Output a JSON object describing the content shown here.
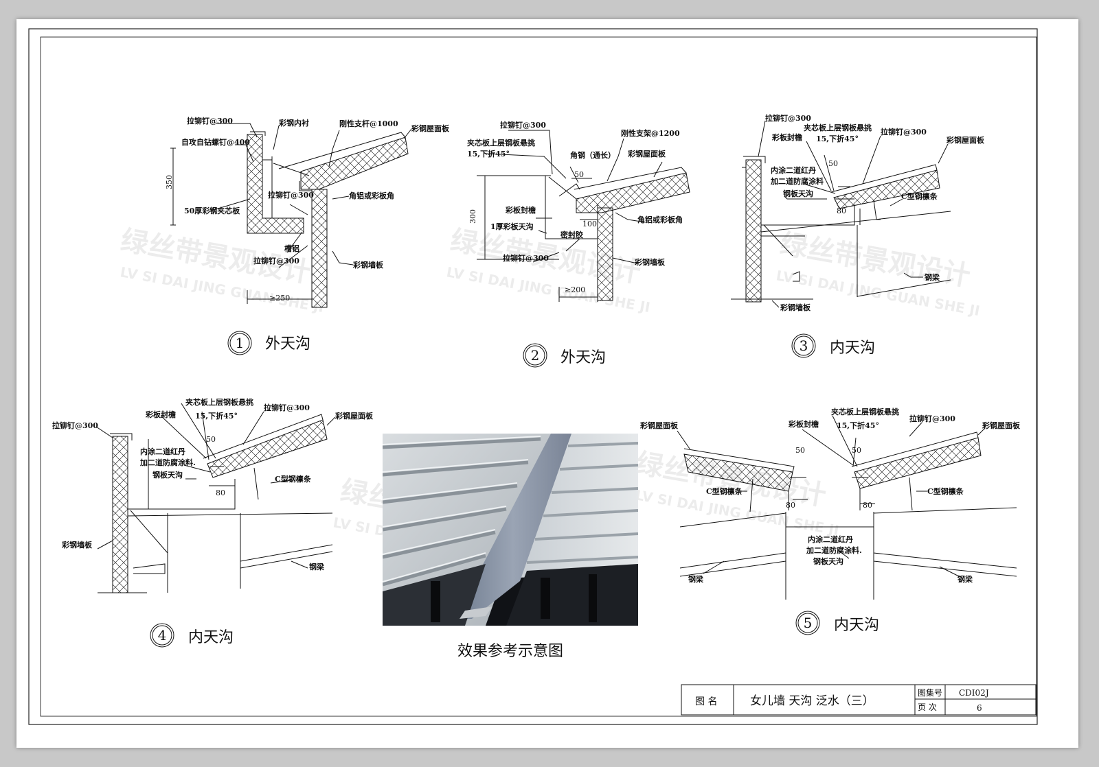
{
  "details": [
    {
      "num": "1",
      "title": "外天沟",
      "labels": [
        "拉铆钉@300",
        "自攻自钻螺钉@400",
        "彩钢内衬",
        "刚性支杆@1000",
        "彩钢屋面板",
        "50厚彩钢夹芯板",
        "拉铆钉@300",
        "角铝或彩板角",
        "槽铝",
        "拉铆钉@300",
        "彩钢墙板"
      ],
      "dims": [
        "350",
        "≥250"
      ]
    },
    {
      "num": "2",
      "title": "外天沟",
      "labels": [
        "拉铆钉@300",
        "夹芯板上层钢板悬挑",
        "15,下折45°",
        "角钢（通长）",
        "刚性支架@1200",
        "彩钢屋面板",
        "彩板封檐",
        "1厚彩板天沟",
        "密封胶",
        "角铝或彩板角",
        "拉铆钉@300",
        "彩钢墙板"
      ],
      "dims": [
        "300",
        "50",
        "100",
        "≥200"
      ]
    },
    {
      "num": "3",
      "title": "内天沟",
      "labels": [
        "拉铆钉@300",
        "夹芯板上层钢板悬挑",
        "彩板封檐",
        "15,下折45°",
        "拉铆钉@300",
        "彩钢屋面板",
        "内涂二道红丹",
        "加二道防腐涂料",
        "钢板天沟",
        "C型钢檩条",
        "钢梁",
        "彩钢墙板"
      ],
      "dims": [
        "50",
        "80"
      ]
    },
    {
      "num": "4",
      "title": "内天沟",
      "labels": [
        "拉铆钉@300",
        "夹芯板上层钢板悬挑",
        "彩板封檐",
        "15,下折45°",
        "拉铆钉@300",
        "彩钢屋面板",
        "内涂二道红丹",
        "加二道防腐涂料.",
        "钢板天沟",
        "C型钢檩条",
        "彩钢墙板",
        "钢梁"
      ],
      "dims": [
        "50",
        "80"
      ]
    },
    {
      "num": "5",
      "title": "内天沟",
      "labels": [
        "夹芯板上层钢板悬挑",
        "彩板封檐",
        "15,下折45°",
        "拉铆钉@300",
        "彩钢屋面板",
        "彩钢屋面板",
        "C型钢檩条",
        "C型钢檩条",
        "内涂二道红丹",
        "加二道防腐涂料.",
        "钢板天沟",
        "钢梁",
        "钢梁"
      ],
      "dims": [
        "50",
        "50",
        "80",
        "80"
      ]
    }
  ],
  "photo": {
    "caption": "效果参考示意图"
  },
  "watermark": {
    "cn": "绿丝带景观设计",
    "en": "LV SI DAI JING GUAN SHE JI"
  },
  "title_block": {
    "name_label": "图 名",
    "name": "女儿墙 天沟  泛水（三）",
    "set_label": "图集号",
    "set_value": "CDI02J",
    "page_label": "页  次",
    "page_value": "6"
  }
}
